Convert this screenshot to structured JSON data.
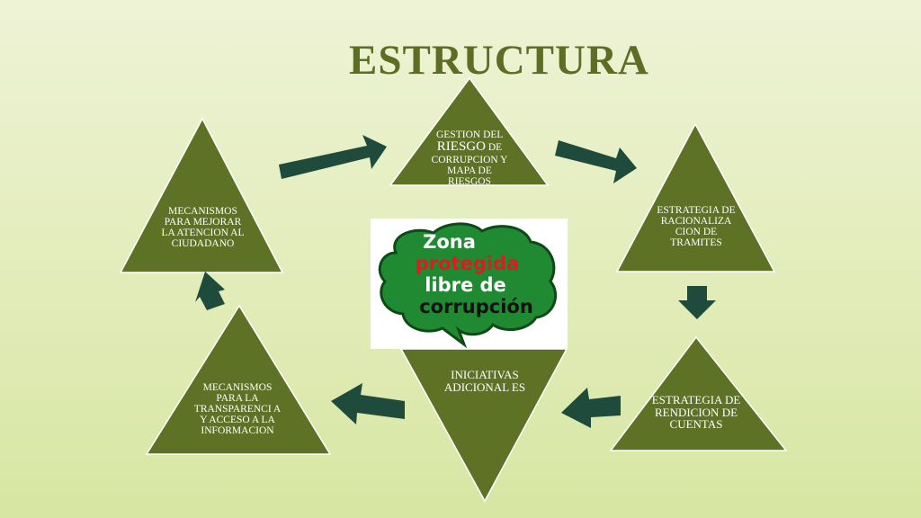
{
  "title": "ESTRUCTURA",
  "nodes": {
    "gestion": {
      "pre": "GESTION DEL",
      "big": "RIESGO",
      "post": "DE CORRUPCION Y MAPA DE RIESGOS"
    },
    "racionalizacion": "ESTRATEGIA DE RACIONALIZA CION DE TRAMITES",
    "rendicion": "ESTRATEGIA DE RENDICION DE CUENTAS",
    "iniciativas": "INICIATIVAS ADICIONAL ES",
    "transparencia": "MECANISMOS PARA LA TRANSPARENCI A Y ACCESO A LA INFORMACION",
    "atencion": "MECANISMOS PARA MEJORAR LA ATENCION AL CIUDADANO"
  },
  "logo": {
    "line1": "Zona",
    "line2": "protegida",
    "line3": "libre de",
    "line4": "corrupción"
  },
  "colors": {
    "triangle": "#5e7226",
    "arrow": "#1f4b3c",
    "title": "#5e6d24",
    "cloud": "#1f8a32",
    "logo_accent": "#d42020"
  }
}
